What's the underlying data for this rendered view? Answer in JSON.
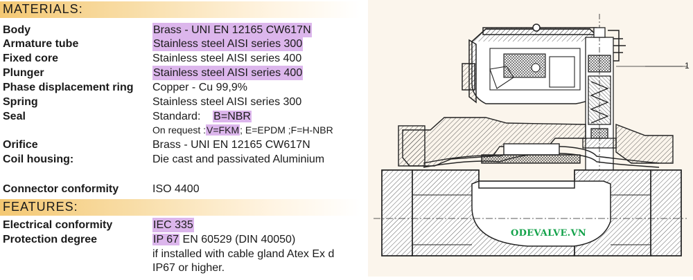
{
  "materials": {
    "title": "MATERIALS:",
    "rows": [
      {
        "label": "Body",
        "value": "Brass - UNI EN 12165 CW617N"
      },
      {
        "label": "Armature tube",
        "value": "Stainless steel AISI series 300"
      },
      {
        "label": "Fixed core",
        "value": "Stainless steel AISI series 400"
      },
      {
        "label": "Plunger",
        "value": "Stainless steel AISI series 400"
      },
      {
        "label": "Phase displacement ring",
        "value": "Copper - Cu 99,9%"
      },
      {
        "label": "Spring",
        "value": "Stainless steel AISI series 300"
      },
      {
        "label": "Seal",
        "value_prefix": "Standard:",
        "value": "B=NBR"
      },
      {
        "request_prefix": "On request :",
        "request_hl": "V=FKM",
        "request_rest": "; E=EPDM ;F=H-NBR"
      },
      {
        "label": "Orifice",
        "value": "Brass - UNI EN 12165 CW617N"
      },
      {
        "label": "Coil housing:",
        "value": "Die cast and passivated Aluminium"
      },
      {
        "label": "Connector conformity",
        "value": "ISO 4400"
      }
    ]
  },
  "features": {
    "title": "FEATURES:",
    "rows": [
      {
        "label": "Electrical conformity",
        "value": "IEC 335"
      },
      {
        "label": "Protection degree",
        "value_hl": "IP 67",
        "value": " EN 60529 (DIN 40050)"
      },
      {
        "value": "if installed with cable gland Atex Ex d"
      },
      {
        "value": "IP67 or higher."
      }
    ]
  },
  "drawing": {
    "watermark": "ODEVALVE.VN",
    "callout": "1"
  },
  "colors": {
    "highlight": "#dcb6ec",
    "band": "#f4c873",
    "watermark": "#13a24a"
  }
}
